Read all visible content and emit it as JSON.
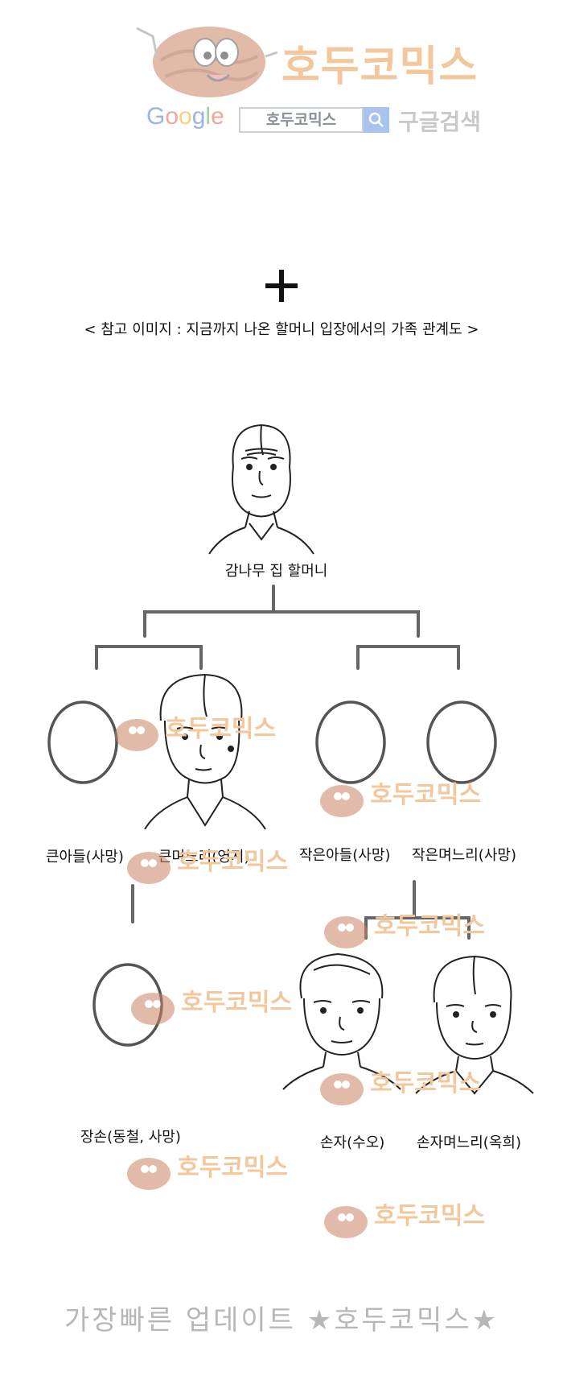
{
  "watermark": {
    "brand": "호두코믹스",
    "google_logo": [
      "G",
      "o",
      "o",
      "g",
      "l",
      "e"
    ],
    "google_colors": [
      "#9bb3e9",
      "#f2a59e",
      "#f6d27b",
      "#9bb3e9",
      "#9fd39c",
      "#f2a59e"
    ],
    "search_text": "호두코믹스",
    "search_after": "구글검색",
    "search_icon": "magnifier-icon",
    "mascot_icon": "walnut-mascot-icon"
  },
  "caption": "< 참고 이미지 : 지금까지 나온 할머니 입장에서의 가족 관계도 >",
  "family": {
    "grandmother": "감나무 집 할머니",
    "eldest_son": "큰아들(사망)",
    "eldest_daughter_in_law": "큰며느리(영지)",
    "second_son": "작은아들(사망)",
    "second_daughter_in_law": "작은며느리(사망)",
    "eldest_grandson": "장손(동철, 사망)",
    "grandson": "손자(수오)",
    "grandson_wife": "손자며느리(옥희)"
  },
  "footer": "가장빠른 업데이트 ★호두코믹스★",
  "colors": {
    "watermark_orange": "#f3c79c",
    "line_gray": "#666666"
  }
}
